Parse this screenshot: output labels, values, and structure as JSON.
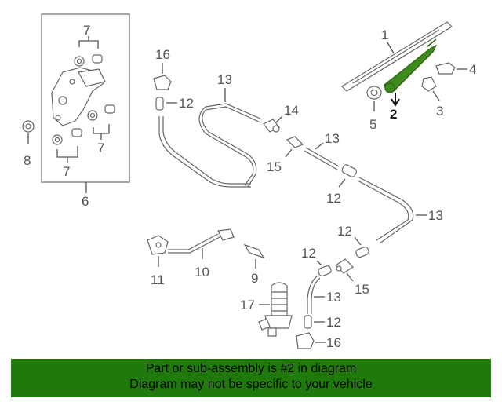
{
  "diagram": {
    "callouts": {
      "c1": "1",
      "c2": "2",
      "c3": "3",
      "c4": "4",
      "c5": "5",
      "c6": "6",
      "c7a": "7",
      "c7b": "7",
      "c7c": "7",
      "c8": "8",
      "c9": "9",
      "c10": "10",
      "c11": "11",
      "c12a": "12",
      "c12b": "12",
      "c12c": "12",
      "c12d": "12",
      "c12e": "12",
      "c13a": "13",
      "c13b": "13",
      "c13c": "13",
      "c13d": "13",
      "c14": "14",
      "c15a": "15",
      "c15b": "15",
      "c16a": "16",
      "c16b": "16",
      "c17": "17"
    },
    "highlight_part": "2",
    "colors": {
      "highlight": "#3f8a1c",
      "banner": "#1f7a0b",
      "line": "#666666"
    }
  },
  "banner": {
    "line1": "Part or sub-assembly is #2 in diagram",
    "line2": "Diagram may not be specific to your vehicle"
  }
}
